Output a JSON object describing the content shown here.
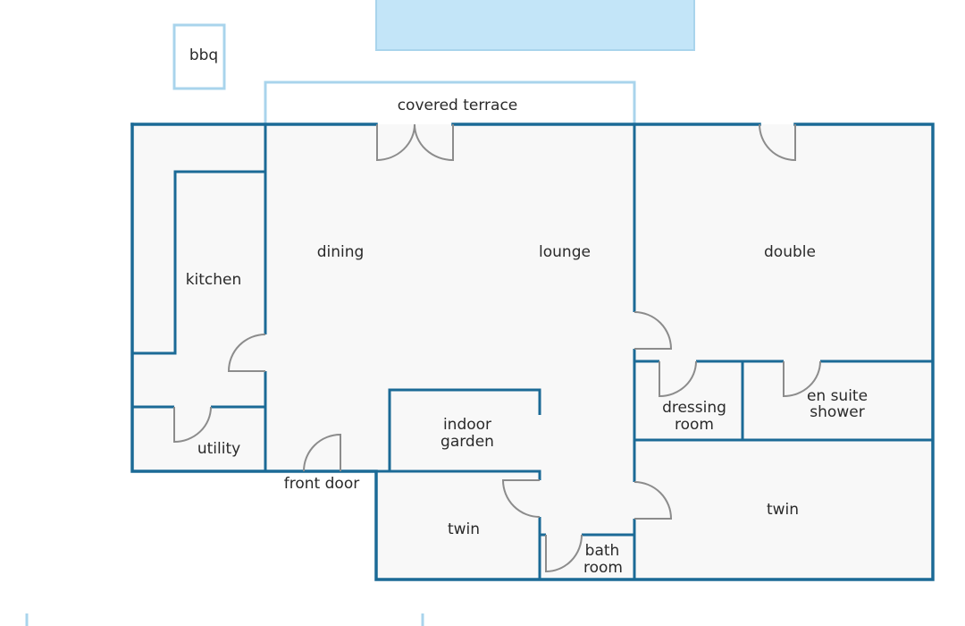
{
  "rooms": {
    "bbq": "bbq",
    "covered_terrace": "covered terrace",
    "dining": "dining",
    "lounge": "lounge",
    "double": "double",
    "kitchen": "kitchen",
    "utility": "utility",
    "front_door": "front door",
    "indoor_garden": [
      "indoor",
      "garden"
    ],
    "dressing_room": [
      "dressing",
      "room"
    ],
    "en_suite_shower": [
      "en suite",
      "shower"
    ],
    "twin_left": "twin",
    "twin_right": "twin",
    "bath_room": [
      "bath",
      "room"
    ]
  },
  "colors": {
    "wall": "#1b6a96",
    "outline": "#a9d4ec",
    "pool": "#c3e5f8",
    "door": "#8c8c8c",
    "floor": "#f8f8f8"
  }
}
